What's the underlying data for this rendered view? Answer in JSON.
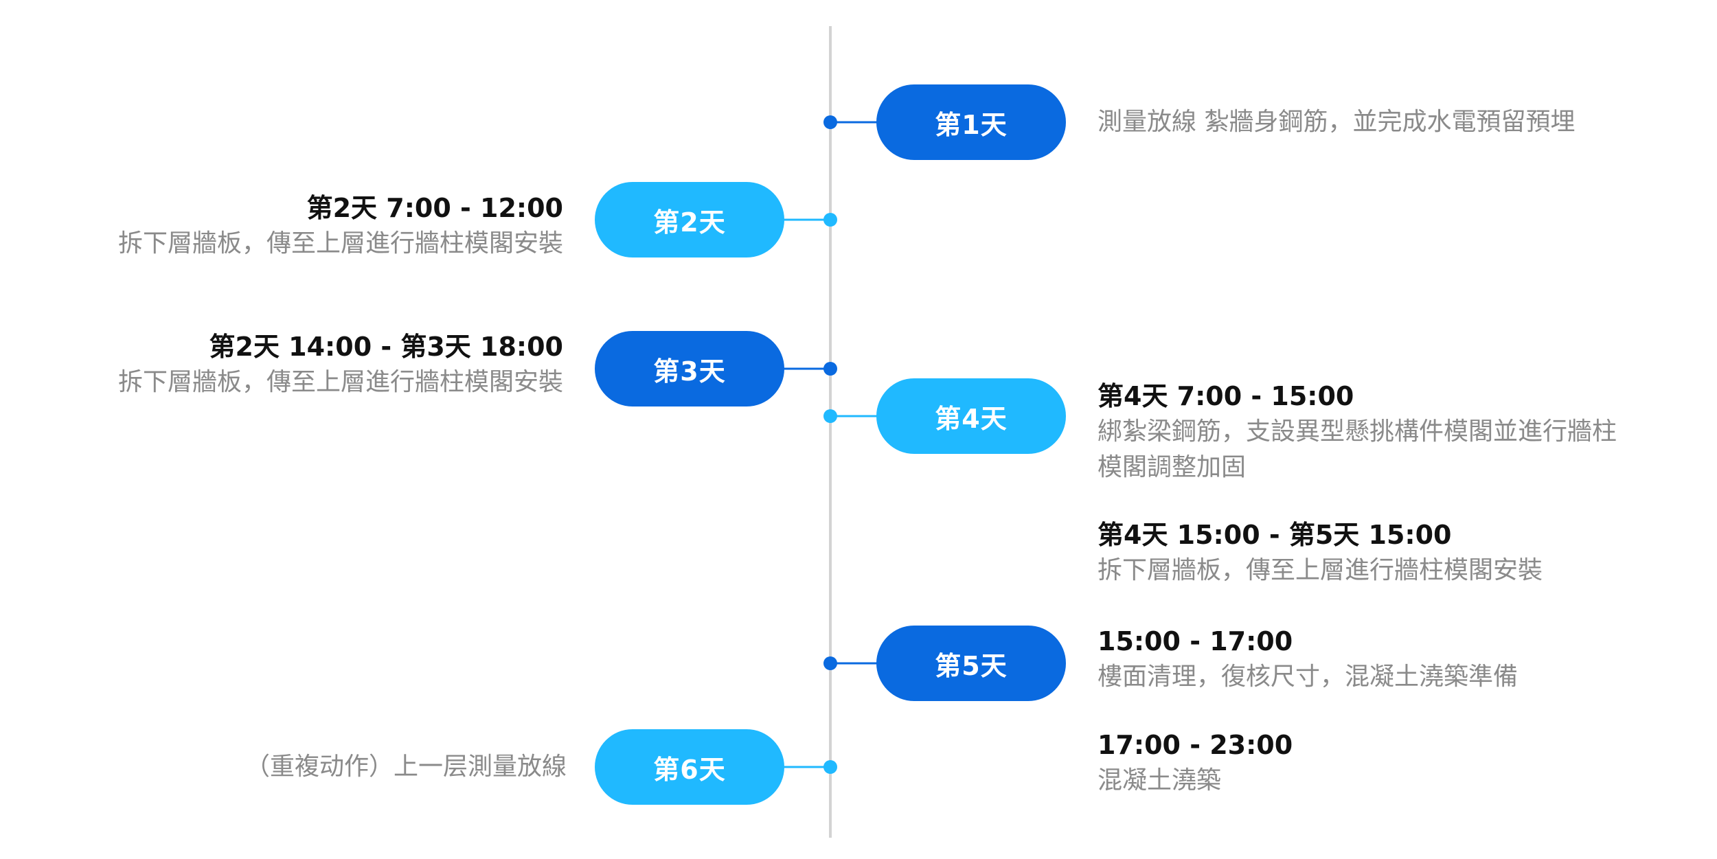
{
  "colors": {
    "dark": "#0a6ae0",
    "light": "#20b9ff",
    "axis": "#d3d3d3",
    "time_text": "#111111",
    "body_text": "#8a8a8a"
  },
  "entries": [
    {
      "pill_label": "第1天",
      "tone": "dark",
      "time": "",
      "text": "測量放線 紮牆身鋼筋，並完成水電預留預埋"
    },
    {
      "pill_label": "第2天",
      "tone": "light",
      "time": "第2天 7:00 - 12:00",
      "text": "拆下層牆板，傳至上層進行牆柱模閣安裝"
    },
    {
      "pill_label": "第3天",
      "tone": "dark",
      "time": "第2天 14:00 - 第3天 18:00",
      "text": "拆下層牆板，傳至上層進行牆柱模閣安裝"
    },
    {
      "pill_label": "第4天",
      "tone": "light",
      "time": "第4天 7:00 - 15:00",
      "text": "綁紮梁鋼筋，支設異型懸挑構件模閣並進行牆柱\n模閣調整加固"
    },
    {
      "pill_label": "",
      "tone": "",
      "time": "第4天 15:00 - 第5天 15:00",
      "text": "拆下層牆板，傳至上層進行牆柱模閣安裝"
    },
    {
      "pill_label": "第5天",
      "tone": "dark",
      "time": "15:00 - 17:00",
      "text": "樓面清理，復核尺寸，混凝土澆築準備"
    },
    {
      "pill_label": "",
      "tone": "",
      "time": "17:00 - 23:00",
      "text": "混凝土澆築"
    },
    {
      "pill_label": "第6天",
      "tone": "light",
      "time": "",
      "text": "（重複动作）上一层測量放線"
    }
  ]
}
